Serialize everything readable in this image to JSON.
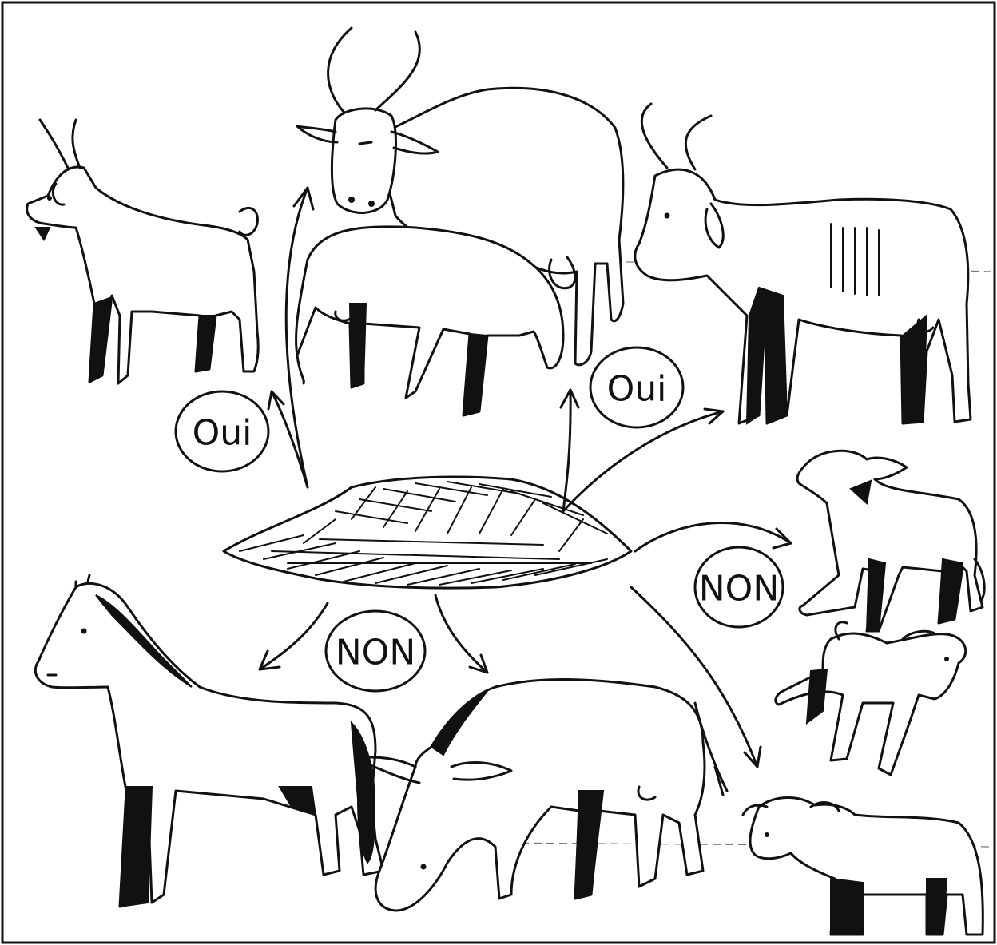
{
  "labels": {
    "yes_goat": "Oui",
    "yes_cattle": "Oui",
    "no_horse_donkey": "NON",
    "no_young": "NON"
  },
  "icons": {
    "hay": "hay-pile",
    "goat": "goat",
    "cow_grown": "cow",
    "cow_thin": "thin-cow",
    "calf_cow": "calf",
    "horse": "horse",
    "donkey": "donkey",
    "kids": "goat-kids",
    "calf_young": "young-calf"
  },
  "colors": {
    "ink": "#111111",
    "paper": "#ffffff"
  }
}
